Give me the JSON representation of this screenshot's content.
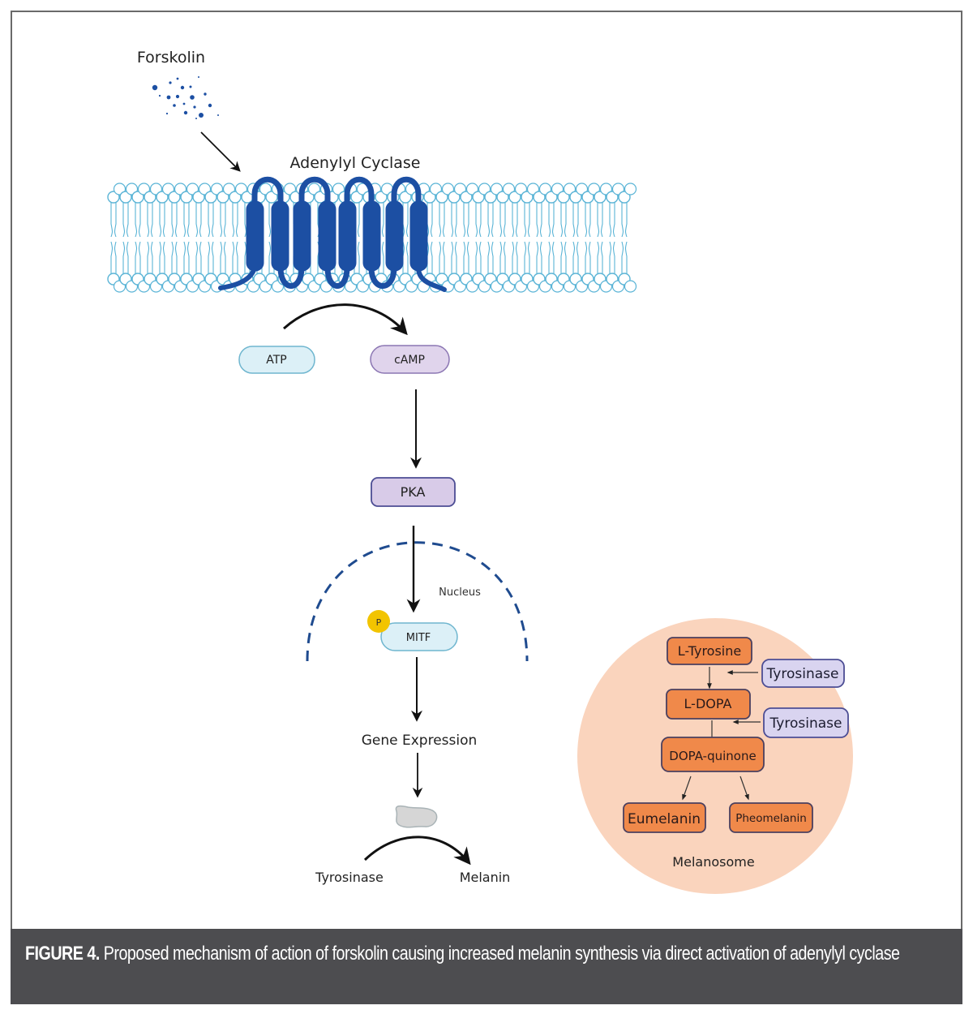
{
  "figure": {
    "forskolin_label": "Forskolin",
    "enzyme_label": "Adenylyl Cyclase",
    "atp_label": "ATP",
    "camp_label": "cAMP",
    "pka_label": "PKA",
    "nucleus_label": "Nucleus",
    "phosphate_label": "P",
    "mitf_label": "MITF",
    "gene_expression_label": "Gene Expression",
    "tyrosinase_label": "Tyrosinase",
    "melanin_label": "Melanin",
    "melanosome": {
      "label": "Melanosome",
      "l_tyrosine": "L-Tyrosine",
      "l_dopa": "L-DOPA",
      "dopa_quinone": "DOPA-quinone",
      "eumelanin": "Eumelanin",
      "pheomelanin": "Pheomelanin",
      "enzyme_1": "Tyrosinase",
      "enzyme_2": "Tyrosinase"
    }
  },
  "colors": {
    "membrane": "#5ab4d6",
    "protein": "#1c4fa3",
    "atp_fill": "#dcf0f7",
    "camp_fill": "#e0d4ec",
    "pka_fill": "#d8cbe8",
    "mitf_fill": "#dcf0f7",
    "phosphate": "#f2c400",
    "melanosome_bg": "#fad4bd",
    "substrate_fill": "#f0894a",
    "enzyme_fill": "#d9d4f0",
    "nucleus_dash": "#1f4b8f",
    "caption_bg": "#4d4d50"
  },
  "caption": {
    "figure_number": "FIGURE 4.",
    "text": " Proposed mechanism of action of forskolin causing increased melanin synthesis via direct activation of adenylyl cyclase"
  }
}
